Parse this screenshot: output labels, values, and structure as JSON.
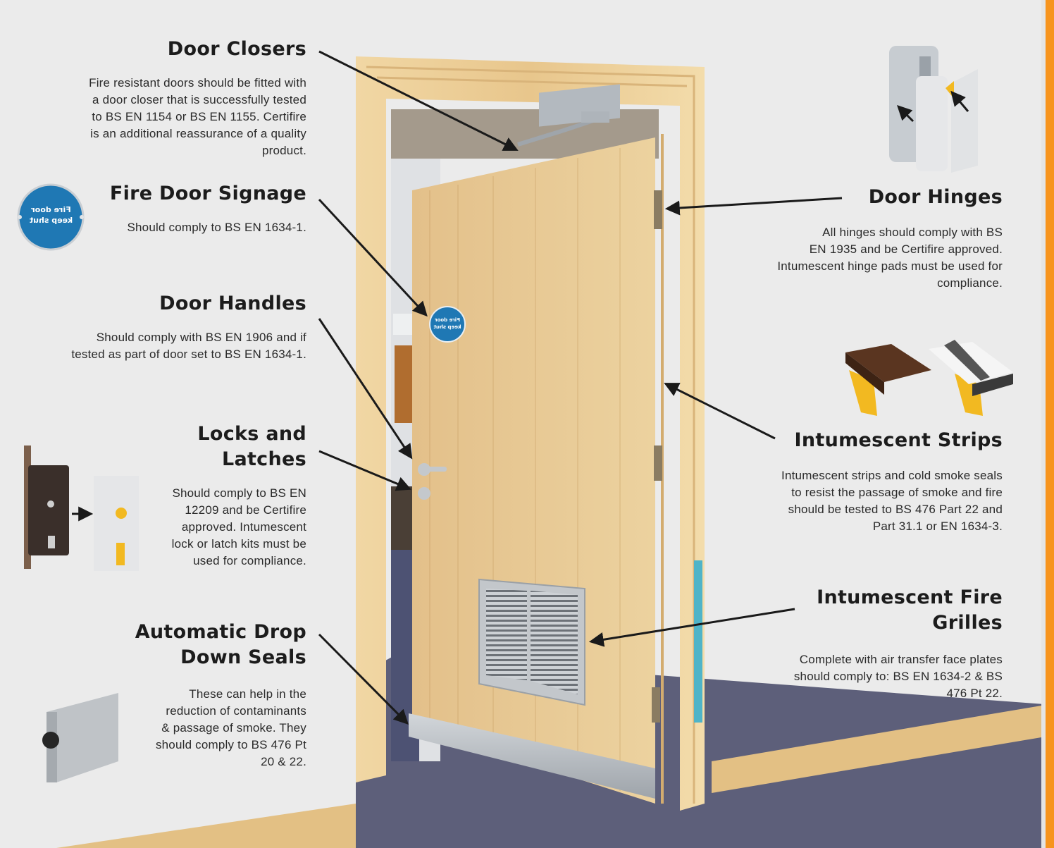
{
  "page": {
    "orientation": "horizontally mirrored",
    "accent_color": "#f7941d",
    "background_color": "#ebebeb"
  },
  "callouts": {
    "door_closers": {
      "title": "Door Closers",
      "lines": [
        "Fire resistant doors should be fitted with",
        "a door closer that is successfully tested",
        "to BS EN 1154 or BS EN 1155. Certifire",
        "is an additional reassurance of a quality",
        "product."
      ]
    },
    "fire_door_signage": {
      "title": "Fire Door Signage",
      "lines": [
        "Should comply to BS EN 1634-1."
      ]
    },
    "door_handles": {
      "title": "Door Handles",
      "lines": [
        "Should comply with BS EN 1906 and if",
        "tested as part of door set to BS EN 1634-1."
      ]
    },
    "locks_and_latches": {
      "title_lines": [
        "Locks and",
        "Latches"
      ],
      "lines": [
        "Should comply to BS EN",
        "12209 and be Certifire",
        "approved. Intumescent",
        "lock or latch kits must be",
        "used for compliance."
      ]
    },
    "drop_down_seals": {
      "title_lines": [
        "Automatic Drop",
        "Down Seals"
      ],
      "lines": [
        "These can help in the",
        "reduction of contaminants",
        "& passage of smoke. They",
        "should comply to BS 476 Pt",
        "20 & 22."
      ]
    },
    "door_hinges": {
      "title": "Door Hinges",
      "lines": [
        "All hinges should comply with BS",
        "EN 1935 and be Certifire approved.",
        "Intumescent hinge pads must be used for",
        "compliance."
      ]
    },
    "intumescent_strips": {
      "title": "Intumescent Strips",
      "lines": [
        "Intumescent strips and cold smoke seals",
        "to resist the passage of smoke and fire",
        "should be tested to BS 476 Part 22 and",
        "Part 31.1 or EN 1634-3."
      ]
    },
    "intumescent_fire_grilles": {
      "title_lines": [
        "Intumescent Fire",
        "Grilles"
      ],
      "lines": [
        "Complete with air transfer face plates",
        "should comply to: BS EN 1634-2 & BS",
        "476 Pt 22."
      ]
    }
  },
  "signs": {
    "large_sign": {
      "line1": "Fire door",
      "line2": "keep shut",
      "color": "#1f78b4"
    },
    "door_sign": {
      "line1": "Fire door",
      "line2": "keep shut",
      "color": "#1f78b4"
    }
  },
  "colors": {
    "wood": "#e9c98e",
    "wood_dark": "#d6ae6c",
    "door_face": "#e6c792",
    "carpet": "#5d5f7a",
    "metal": "#b7bcc1",
    "intumescent_brown": "#5a3520",
    "intumescent_yellow": "#f2b921",
    "arrow": "#1a1a1a"
  }
}
